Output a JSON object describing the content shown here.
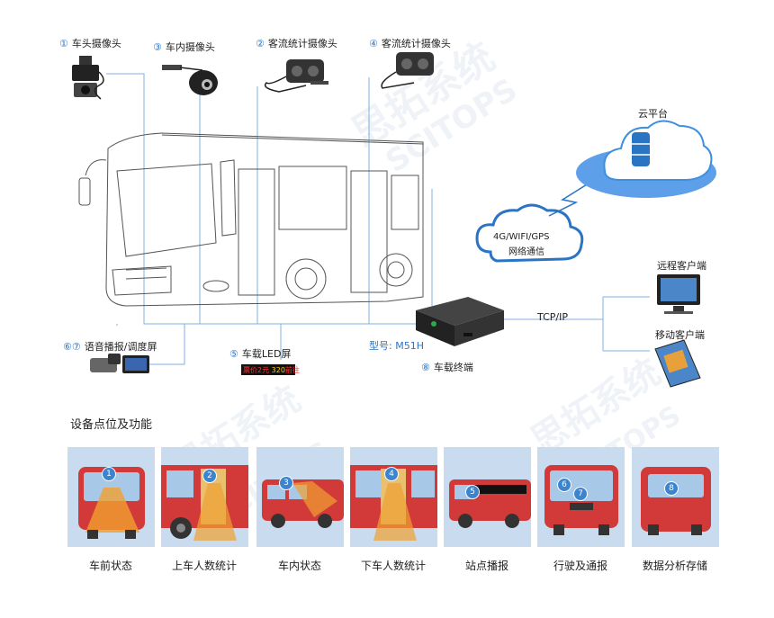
{
  "devices": {
    "front_camera": {
      "num": "①",
      "label": "车头摄像头"
    },
    "interior_camera": {
      "num": "③",
      "label": "车内摄像头"
    },
    "counter_camera_a": {
      "num": "②",
      "label": "客流统计摄像头"
    },
    "counter_camera_b": {
      "num": "④",
      "label": "客流统计摄像头"
    },
    "voice_screen": {
      "num": "⑥⑦",
      "label": "语音播报/调度屏"
    },
    "led_screen": {
      "num": "⑤",
      "label": "车载LED屏"
    },
    "terminal": {
      "num": "⑧",
      "label": "车载终端"
    },
    "led_text": "票价2元 ",
    "led_number": "320",
    "led_suffix": "前往"
  },
  "model_label": "型号: M51H",
  "network": {
    "cloud_label": "云平台",
    "comm_line1": "4G/WIFI/GPS",
    "comm_line2": "网络通信",
    "tcpip": "TCP/IP",
    "remote_client": "远程客户端",
    "mobile_client": "移动客户端"
  },
  "watermark": {
    "cn": "思拓系统",
    "en": "SCITOPS"
  },
  "section_title": "设备点位及功能",
  "functions": [
    {
      "badge": "1",
      "caption": "车前状态"
    },
    {
      "badge": "2",
      "caption": "上车人数统计"
    },
    {
      "badge": "3",
      "caption": "车内状态"
    },
    {
      "badge": "4",
      "caption": "下车人数统计"
    },
    {
      "badge": "5",
      "caption": "站点播报"
    },
    {
      "badge": "6",
      "badge2": "7",
      "caption": "行驶及通报"
    },
    {
      "badge": "8",
      "caption": "数据分析存储"
    }
  ],
  "colors": {
    "accent": "#2a74c4",
    "card_bg": "#c9dcef",
    "bus_red": "#d23a3a",
    "cloud": "#3d8fe0"
  }
}
